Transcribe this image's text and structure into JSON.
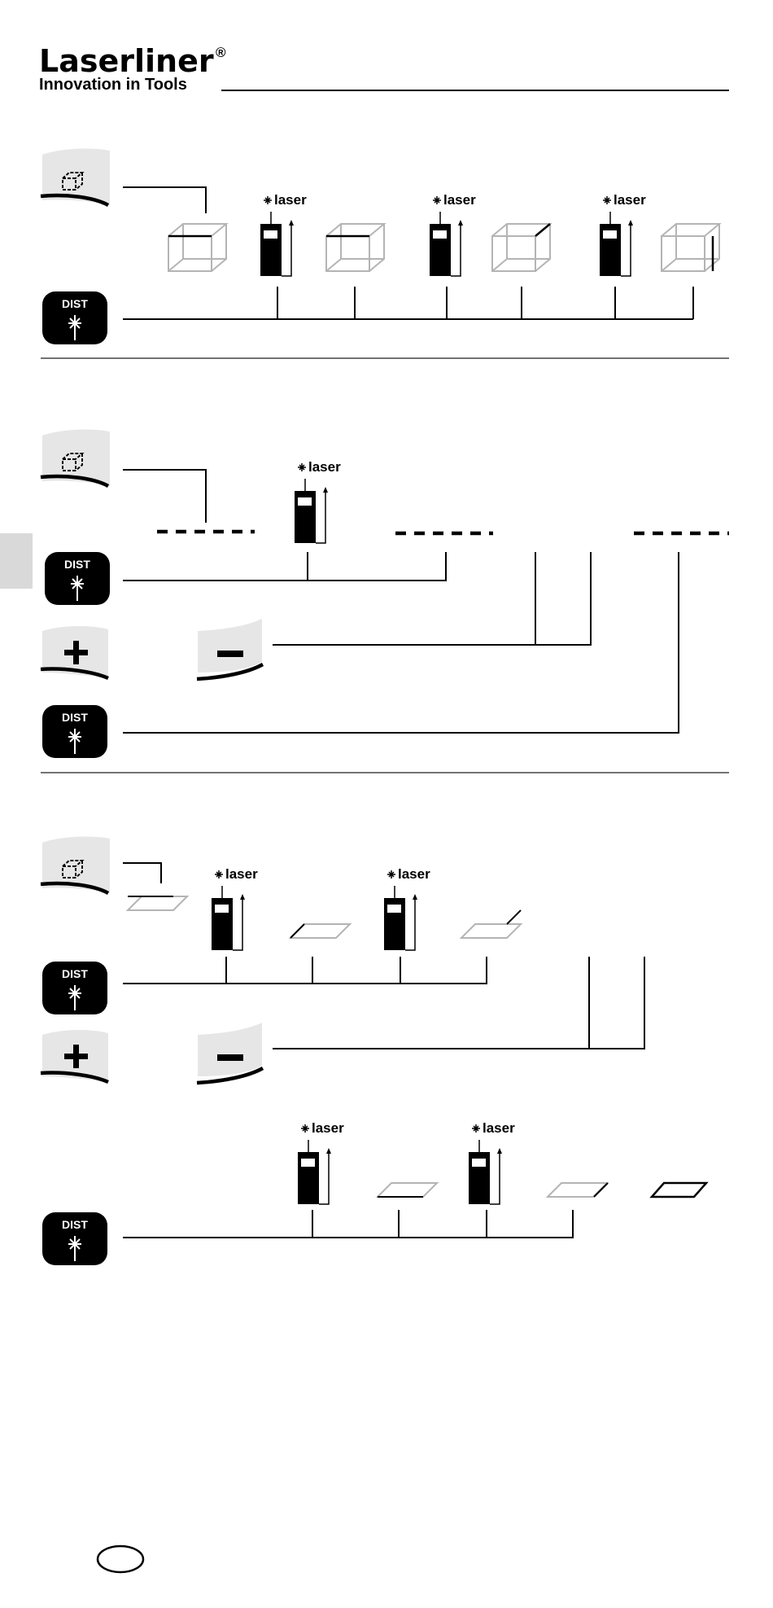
{
  "header": {
    "brand_name": "Laserliner",
    "registered_mark": "®",
    "tagline": "Innovation in Tools"
  },
  "buttons": {
    "dist_label": "DIST"
  },
  "device": {
    "laser_label": "laser"
  },
  "colors": {
    "ink": "#000000",
    "key_gray": "#e6e6e6",
    "shape_gray": "#b4b4b4",
    "side_tab": "#d9d9d9"
  },
  "icons": {
    "mode_key": "volume-cube-icon",
    "laser": "asterisk-laser-icon",
    "plus": "plus-icon",
    "minus": "minus-icon",
    "language_badge": "oval-badge-icon"
  }
}
